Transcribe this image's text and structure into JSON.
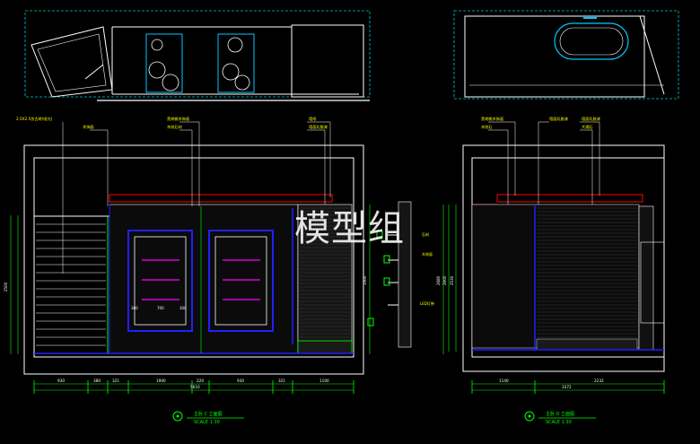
{
  "watermark": "模型组",
  "annotations_left": [
    "2.5X2.5仿古砖(哑光)",
    "木饰面",
    "黑胡桃木饰面",
    "木纹石材",
    "墙纸",
    "墙面乳胶漆"
  ],
  "annotations_right": [
    "黑胡桃木饰面",
    "木纹石",
    "墙面乳胶漆",
    "大理石"
  ],
  "wardrobe_labels": [
    "380",
    "700",
    "300"
  ],
  "side_labels": [
    "石材",
    "木饰面",
    "LED灯带"
  ],
  "vert_dims_left": [
    "2500"
  ],
  "vert_dims_mid": [
    "1500",
    "2680"
  ],
  "vert_dims_right": [
    "2600",
    "2530"
  ],
  "dims_left_bottom": [
    "930",
    "380",
    "321",
    "1900",
    "220",
    "930",
    "321",
    "1100"
  ],
  "dims_left_total": "5610",
  "dims_right_bottom": [
    "1140",
    "2232"
  ],
  "dims_right_total": "3372",
  "titles": [
    {
      "main": "主卧 C 立面图",
      "scale": "SCALE 1:30"
    },
    {
      "main": "主卧 D 立面图",
      "scale": "SCALE 1:30"
    }
  ],
  "colors": {
    "line": "#ffffff",
    "dim": "#00ff00",
    "annot": "#ffff00",
    "accent": "#ff0000",
    "cyan": "#00c8ff",
    "blue": "#2020ff",
    "magenta": "#ff00ff"
  }
}
